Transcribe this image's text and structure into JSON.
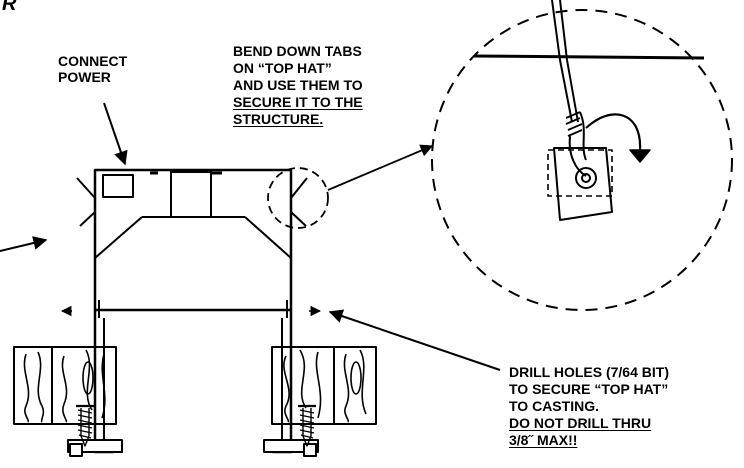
{
  "corner_mark": "R",
  "labels": {
    "connect_power": [
      "CONNECT",
      "POWER"
    ],
    "bend_tabs": [
      "BEND DOWN TABS",
      "ON “TOP HAT”",
      "AND USE THEM TO",
      "SECURE IT TO THE",
      "STRUCTURE."
    ],
    "drill": [
      "DRILL HOLES (7/64 BIT)",
      "TO SECURE “TOP HAT”",
      "TO CASTING.",
      "DO NOT DRILL THRU",
      "3/8˝ MAX!!"
    ]
  },
  "colors": {
    "ink": "#000000",
    "paper": "#ffffff"
  }
}
